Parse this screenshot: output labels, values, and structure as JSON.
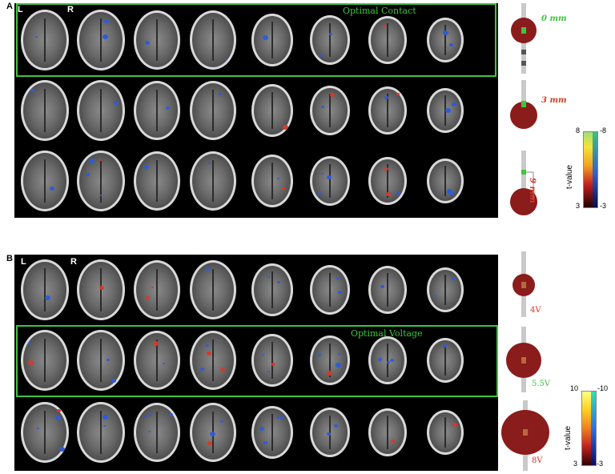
{
  "panels": [
    {
      "id": "A",
      "label": "A",
      "left_label": "L",
      "right_label": "R",
      "highlight_title": "Optimal Contact",
      "highlight_row": 0,
      "rows": [
        {
          "electrode_label": "0 mm",
          "label_color": "#3fc43f"
        },
        {
          "electrode_label": "3 mm",
          "label_color": "#d23b2b"
        },
        {
          "electrode_label": "9 mm",
          "label_color": "#d23b2b"
        }
      ],
      "colorbar": {
        "title": "t-value",
        "max_pos": "8",
        "max_neg": "-8",
        "min_pos": "3",
        "min_neg": "-3"
      }
    },
    {
      "id": "B",
      "label": "B",
      "left_label": "L",
      "right_label": "R",
      "highlight_title": "Optimal Voltage",
      "highlight_row": 1,
      "rows": [
        {
          "electrode_label": "4V",
          "label_color": "#d23b2b"
        },
        {
          "electrode_label": "5.5V",
          "label_color": "#3fc43f"
        },
        {
          "electrode_label": "8V",
          "label_color": "#d23b2b"
        }
      ],
      "colorbar": {
        "title": "t-value",
        "max_pos": "10",
        "max_neg": "-10",
        "min_pos": "3",
        "min_neg": "-3"
      }
    }
  ],
  "colors": {
    "highlight": "#3fc43f",
    "positive_activation": "#d23b2b",
    "negative_activation": "#2f5bd6",
    "electrode_sphere": "#8a1c1c"
  }
}
